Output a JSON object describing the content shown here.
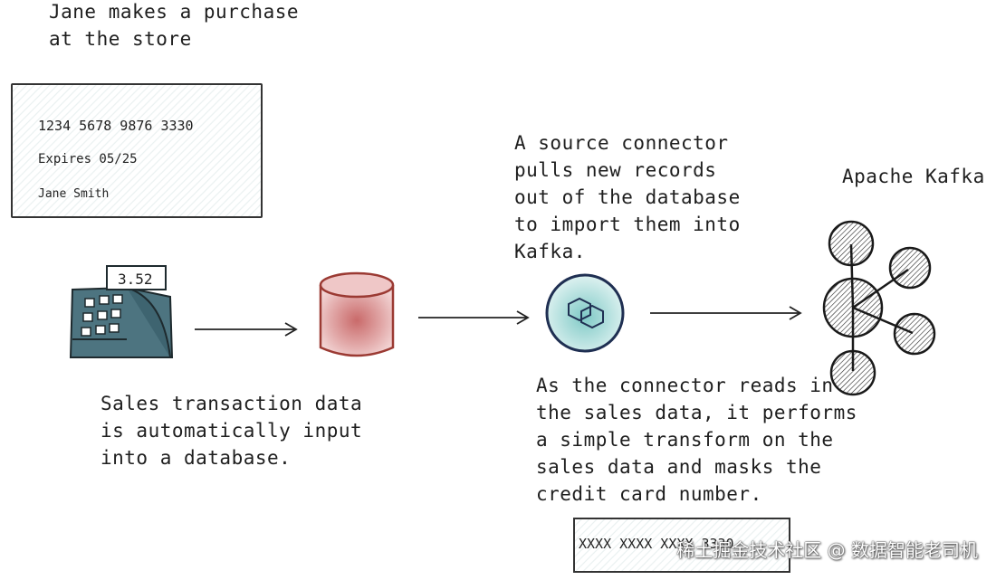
{
  "title_note": [
    "Jane makes a purchase",
    "at the store"
  ],
  "card": {
    "number": "1234 5678 9876 3330",
    "expiry": "Expires 05/25",
    "name": "Jane Smith"
  },
  "register": {
    "display": "3.52"
  },
  "database_caption": [
    "Sales transaction data",
    "is automatically input",
    "into a database."
  ],
  "source_connector_caption": [
    "A source connector",
    "pulls new records",
    "out of the database",
    "to import them into",
    "Kafka."
  ],
  "kafka_label": "Apache Kafka",
  "transform_caption": [
    "As the connector reads in",
    "the sales data, it performs",
    "a simple transform on the",
    "sales data and masks the",
    "credit card number."
  ],
  "masked_card": {
    "number": "XXXX XXXX XXXX 3330"
  },
  "watermark": "稀土掘金技术社区 @ 数据智能老司机",
  "colors": {
    "register": "#4d7480",
    "database_outline": "#9b3a33",
    "database_fill": "#d48a8a",
    "connector_outline": "#1f2f52",
    "connector_fill": "#9fd6d6",
    "kafka": "#2a2a2a"
  },
  "icons": [
    "cash-register-icon",
    "database-icon",
    "connector-icon",
    "kafka-logo-icon"
  ]
}
